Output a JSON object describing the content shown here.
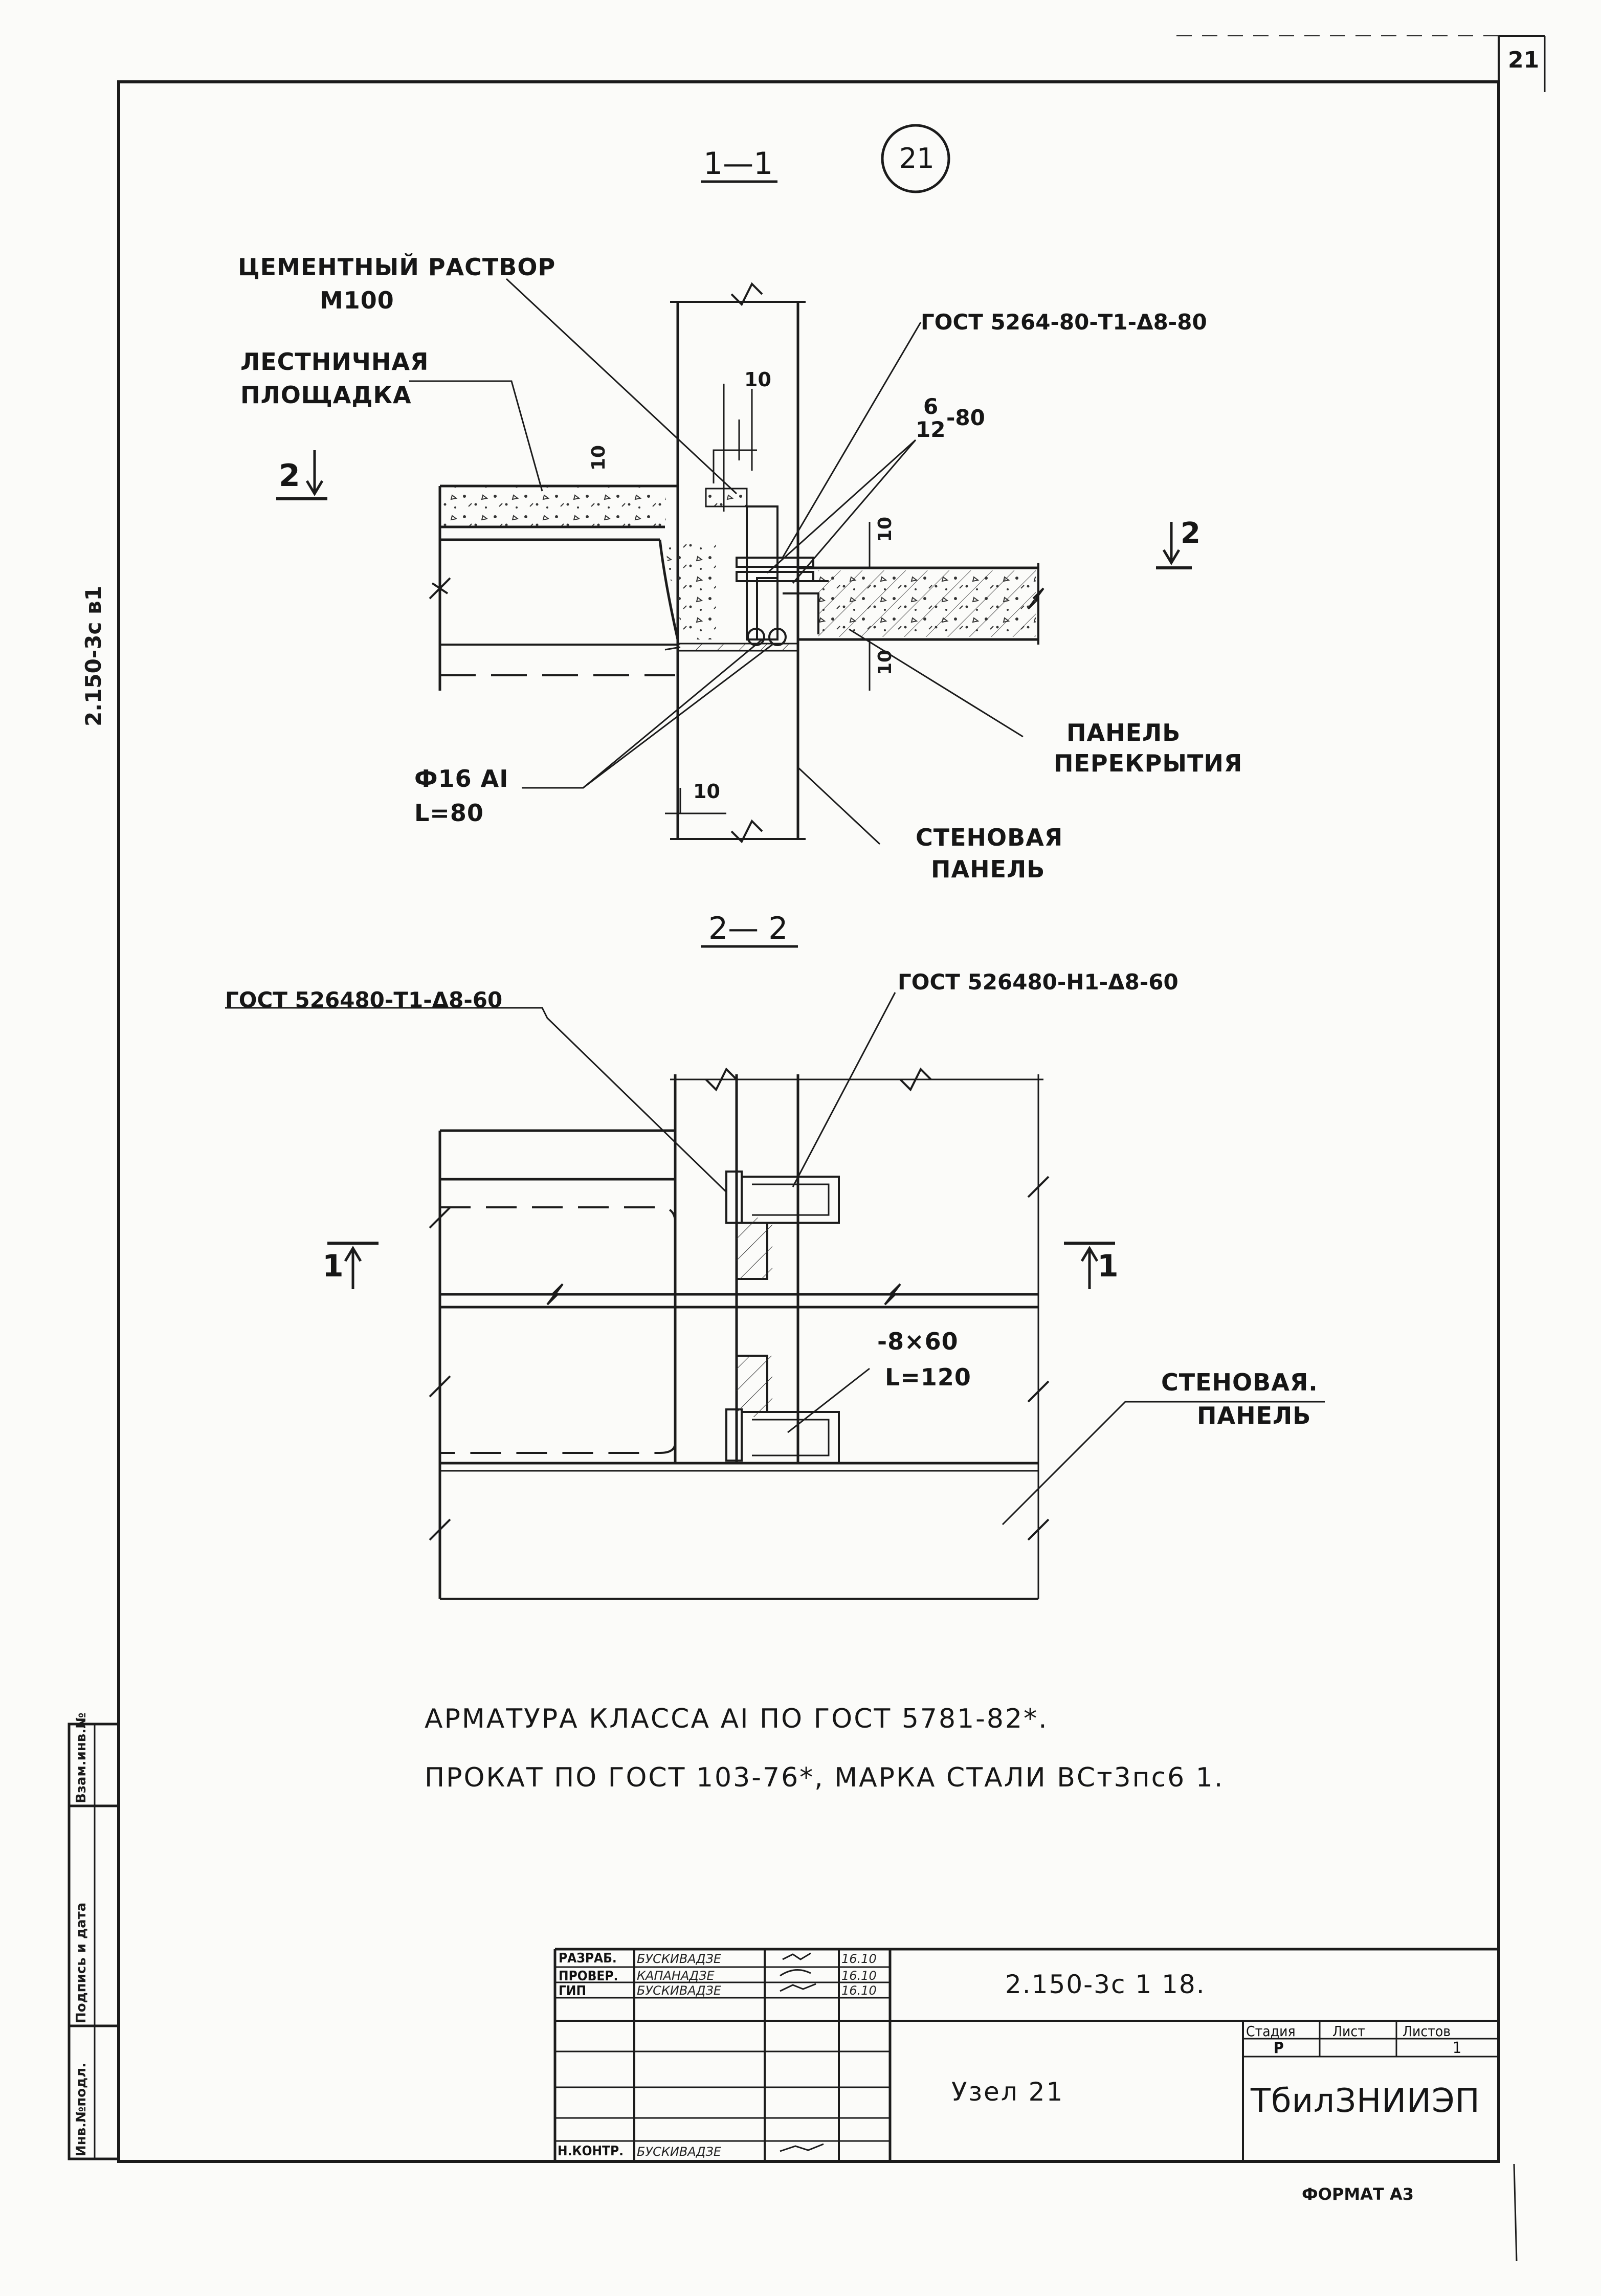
{
  "sheet": {
    "corner_number": "21",
    "node_circle": "21",
    "side_code": "2.150-3с в1",
    "format": "ФОРМАТ А3"
  },
  "section_1": {
    "title": "1—1",
    "mortar_label_1": "ЦЕМЕНТНЫЙ РАСТВОР",
    "mortar_label_2": "М100",
    "landing_label_1": "ЛЕСТНИЧНАЯ",
    "landing_label_2": "ПЛОЩАДКА",
    "gost_weld": "ГОСТ 5264-80-Т1-Δ8-80",
    "weld_frac_top": "6",
    "weld_frac_bottom": "12",
    "weld_frac_suffix": "-80",
    "rebar_label_1": "Ф16 АI",
    "rebar_label_2": "L=80",
    "floor_panel_1": "ПАНЕЛЬ",
    "floor_panel_2": "ПЕРЕКРЫТИЯ",
    "wall_panel_1": "СТЕНОВАЯ",
    "wall_panel_2": "ПАНЕЛЬ",
    "dim_10": "10",
    "cut_mark_left": "2",
    "cut_mark_right": "2"
  },
  "section_2": {
    "title": "2— 2",
    "gost_left": "ГОСТ 526480-Т1-Δ8-60",
    "gost_right": "ГОСТ 526480-Н1-Δ8-60",
    "plate_1": "-8×60",
    "plate_2": "L=120",
    "wall_panel_1": "СТЕНОВАЯ.",
    "wall_panel_2": "ПАНЕЛЬ",
    "cut_mark_left": "1",
    "cut_mark_right": "1"
  },
  "notes": {
    "line_1": "АРМАТУРА КЛАССА АI ПО ГОСТ 5781-82*.",
    "line_2": "ПРОКАТ ПО ГОСТ 103-76*, МАРКА СТАЛИ ВСт3пс6 1."
  },
  "side_stamp": {
    "field_1": "Инв.№подл.",
    "field_2": "Подпись и дата",
    "field_3": "Взам.инв.№"
  },
  "title_block": {
    "rows": [
      {
        "role": "РАЗРАБ.",
        "name": "БУСКИВАДЗЕ",
        "date": "16.10"
      },
      {
        "role": "ПРОВЕР.",
        "name": "КАПАНАДЗЕ",
        "date": "16.10"
      },
      {
        "role": "ГИП",
        "name": "БУСКИВАДЗЕ",
        "date": "16.10"
      },
      {
        "role": "Н.КОНТР.",
        "name": "БУСКИВАДЗЕ",
        "date": ""
      }
    ],
    "doc_code": "2.150-3с 1 18.",
    "sheet_name": "Узел 21",
    "stage_header": "Стадия",
    "sheet_header": "Лист",
    "sheets_header": "Листов",
    "stage_value": "Р",
    "sheets_value": "1",
    "org": "ТбилЗНИИЭП"
  }
}
